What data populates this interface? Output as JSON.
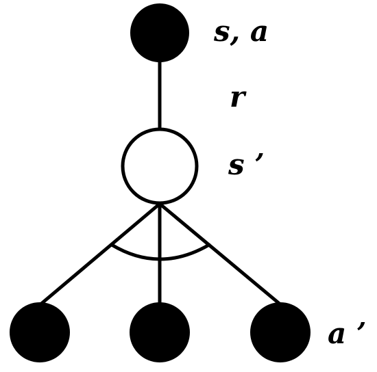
{
  "labels": {
    "root": "s, a",
    "edge": "r",
    "middle": "s ’",
    "leaves": "a ’"
  },
  "colors": {
    "stroke": "#000000",
    "filled_node": "#000000",
    "open_node": "#ffffff"
  }
}
